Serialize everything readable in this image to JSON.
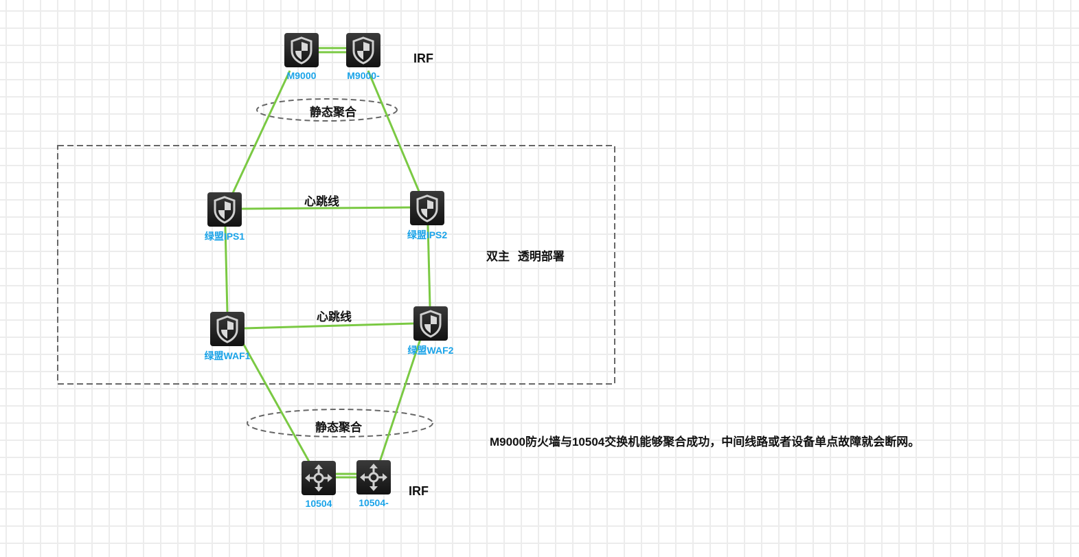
{
  "diagram": {
    "nodes": [
      {
        "id": "m9000",
        "label": "M9000",
        "type": "firewall"
      },
      {
        "id": "m9000b",
        "label": "M9000-",
        "type": "firewall"
      },
      {
        "id": "ips1",
        "label": "绿盟IPS1",
        "type": "firewall"
      },
      {
        "id": "ips2",
        "label": "绿盟IPS2",
        "type": "firewall"
      },
      {
        "id": "waf1",
        "label": "绿盟WAF1",
        "type": "firewall"
      },
      {
        "id": "waf2",
        "label": "绿盟WAF2",
        "type": "firewall"
      },
      {
        "id": "sw10504",
        "label": "10504",
        "type": "switch"
      },
      {
        "id": "sw10504b",
        "label": "10504-",
        "type": "switch"
      }
    ],
    "links": [
      {
        "from": "m9000",
        "to": "m9000b",
        "style": "double"
      },
      {
        "from": "m9000",
        "to": "ips1",
        "style": "single"
      },
      {
        "from": "m9000b",
        "to": "ips2",
        "style": "single"
      },
      {
        "from": "ips1",
        "to": "ips2",
        "style": "single",
        "label": "心跳线"
      },
      {
        "from": "ips1",
        "to": "waf1",
        "style": "single"
      },
      {
        "from": "ips2",
        "to": "waf2",
        "style": "single"
      },
      {
        "from": "waf1",
        "to": "waf2",
        "style": "single",
        "label": "心跳线"
      },
      {
        "from": "waf1",
        "to": "sw10504",
        "style": "single"
      },
      {
        "from": "waf2",
        "to": "sw10504b",
        "style": "single"
      },
      {
        "from": "sw10504",
        "to": "sw10504b",
        "style": "double"
      }
    ],
    "labels": {
      "irf_top": "IRF",
      "irf_bottom": "IRF",
      "static_agg_top": "静态聚合",
      "static_agg_bottom": "静态聚合",
      "heartbeat_top": "心跳线",
      "heartbeat_bottom": "心跳线",
      "deployment": "双主  透明部署",
      "note": "M9000防火墙与10504交换机能够聚合成功，中间线路或者设备单点故障就会断网。"
    },
    "colors": {
      "link": "#7ac943",
      "node_label": "#1aa3e8",
      "dashed": "#666666",
      "text": "#111111"
    }
  }
}
